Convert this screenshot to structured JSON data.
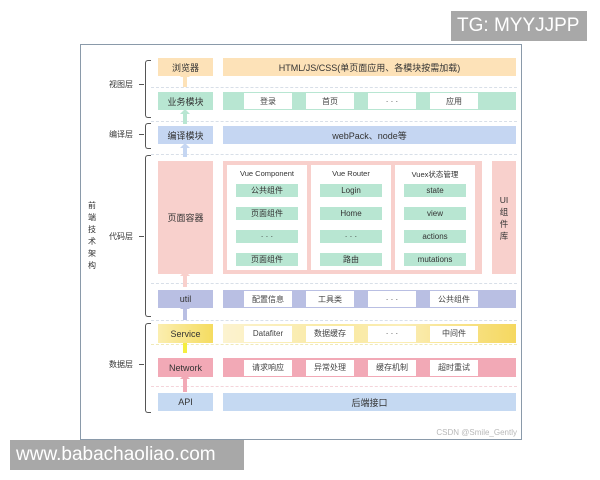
{
  "watermarks": {
    "top_right": "TG: MYYJJPP",
    "bottom_left": "www.babachaoliao.com"
  },
  "diagram": {
    "title_vertical": "前端技术架构",
    "layer_labels": {
      "view": "视图层",
      "compile": "编译层",
      "code": "代码层",
      "data": "数据层"
    },
    "rows": {
      "browser": {
        "label": "浏览器",
        "content": "HTML/JS/CSS(单页面应用、各模块按需加载)",
        "color": "#fde2b8"
      },
      "business": {
        "label": "业务模块",
        "items": [
          "登录",
          "首页",
          "· · ·",
          "应用"
        ],
        "color": "#b8e6d2"
      },
      "compile": {
        "label": "编译模块",
        "content": "webPack、node等",
        "color": "#c5d6f2"
      },
      "page_container": {
        "label": "页面容器",
        "color": "#f8d0cc"
      },
      "code_columns": [
        {
          "title": "Vue Component",
          "items": [
            "公共组件",
            "页面组件",
            "· · ·",
            "页面组件"
          ]
        },
        {
          "title": "Vue Router",
          "items": [
            "Login",
            "Home",
            "· · ·",
            "路由"
          ]
        },
        {
          "title": "Vuex状态管理",
          "items": [
            "state",
            "view",
            "actions",
            "mutations"
          ]
        }
      ],
      "ui_library": {
        "label": "UI组件库"
      },
      "util": {
        "label": "util",
        "items": [
          "配置信息",
          "工具类",
          "· · ·",
          "公共组件"
        ],
        "color": "#b9bfe3"
      },
      "service": {
        "label": "Service",
        "items": [
          "Datafiter",
          "数据缓存",
          "· · ·",
          "中间件"
        ],
        "color": "#f8e6a0"
      },
      "network": {
        "label": "Network",
        "items": [
          "请求响应",
          "异常处理",
          "缓存机制",
          "超时重试"
        ],
        "color": "#f2a9b6"
      },
      "api": {
        "label": "API",
        "content": "后端接口",
        "color": "#c5d9f2"
      }
    },
    "credit": "CSDN @Smile_Gently"
  }
}
